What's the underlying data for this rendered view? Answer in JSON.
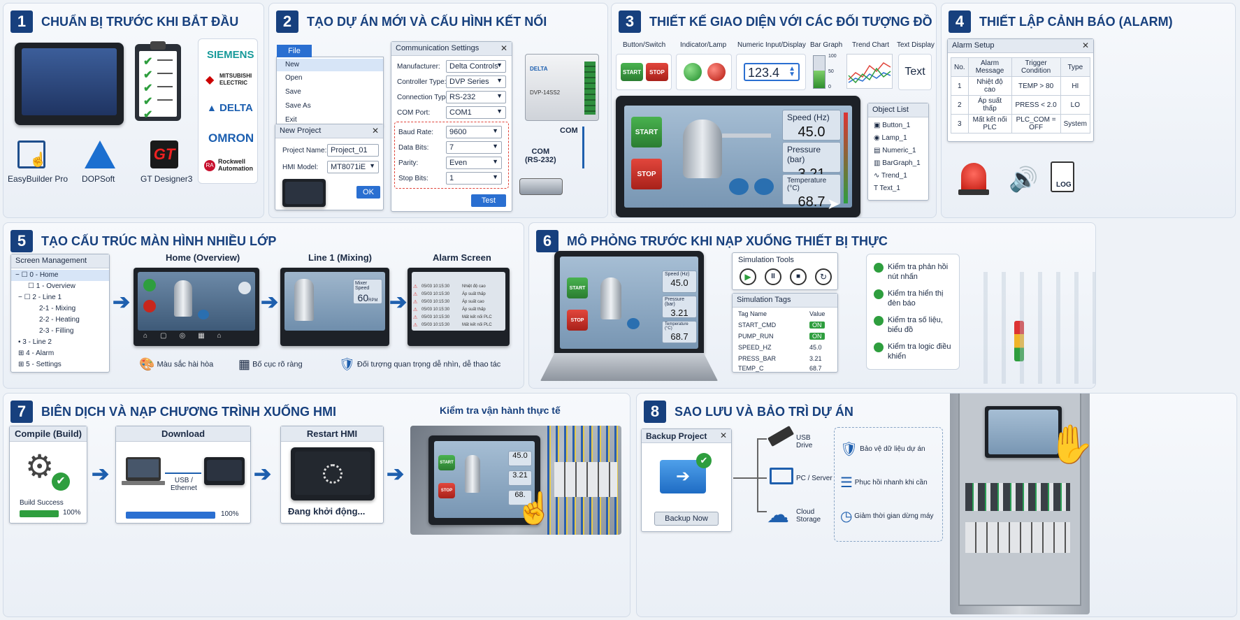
{
  "colors": {
    "accent": "#17407e",
    "blue": "#2a6fd1",
    "green": "#2e9e3e",
    "red": "#d73a31"
  },
  "p1": {
    "num": "1",
    "title": "CHUẨN BỊ TRƯỚC KHI BẮT ĐẦU",
    "software": [
      "EasyBuilder Pro",
      "DOPSoft",
      "GT Designer3"
    ],
    "gt_logo": "GT",
    "brands": [
      "SIEMENS",
      "MITSUBISHI ELECTRIC",
      "DELTA",
      "OMRON",
      "Rockwell Automation"
    ],
    "brand_colors": [
      "#179a9a",
      "#c00",
      "#1c5fb0",
      "#1c5fb0",
      "#c8102e"
    ]
  },
  "p2": {
    "num": "2",
    "title": "TẠO DỰ ÁN MỚI VÀ CẤU HÌNH KẾT NỐI",
    "file_menu": {
      "label": "File",
      "items": [
        "New",
        "Open",
        "Save",
        "Save As",
        "Exit"
      ]
    },
    "new_project": {
      "title": "New Project",
      "name_label": "Project Name:",
      "name_value": "Project_01",
      "model_label": "HMI Model:",
      "model_value": "MT8071iE",
      "ok": "OK"
    },
    "comm": {
      "title": "Communication Settings",
      "fields": [
        {
          "label": "Manufacturer:",
          "value": "Delta Controls"
        },
        {
          "label": "Controller Type:",
          "value": "DVP Series"
        },
        {
          "label": "Connection Type:",
          "value": "RS-232"
        },
        {
          "label": "COM Port:",
          "value": "COM1"
        }
      ],
      "serial": [
        {
          "label": "Baud Rate:",
          "value": "9600"
        },
        {
          "label": "Data Bits:",
          "value": "7"
        },
        {
          "label": "Parity:",
          "value": "Even"
        },
        {
          "label": "Stop Bits:",
          "value": "1"
        }
      ],
      "test": "Test"
    },
    "plc_brand": "DELTA",
    "plc_model": "DVP-14SS2",
    "com_label": "COM",
    "com_rs": "COM\n(RS-232)"
  },
  "p3": {
    "num": "3",
    "title": "THIẾT KẾ GIAO DIỆN VỚI CÁC ĐỐI TƯỢNG ĐỒ HỌA CƠ BẢN",
    "objects": [
      "Button/Switch",
      "Indicator/Lamp",
      "Numeric Input/Display",
      "Bar Graph",
      "Trend Chart",
      "Text Display"
    ],
    "start": "START",
    "stop": "STOP",
    "numeric": "123.4",
    "bar_ticks": [
      "100",
      "50",
      "0"
    ],
    "bar_level": 0.55,
    "text": "Text",
    "screen": {
      "start": "START",
      "stop": "STOP",
      "speed_label": "Speed (Hz)",
      "speed": "45.0",
      "pressure_label": "Pressure (bar)",
      "pressure": "3.21",
      "temp_label": "Temperature (°C)",
      "temp": "68.7"
    },
    "object_list": {
      "title": "Object List",
      "items": [
        "Button_1",
        "Lamp_1",
        "Numeric_1",
        "BarGraph_1",
        "Trend_1",
        "Text_1"
      ]
    }
  },
  "p4": {
    "num": "4",
    "title": "THIẾT LẬP CẢNH BÁO (ALARM)",
    "window": "Alarm Setup",
    "headers": [
      "No.",
      "Alarm Message",
      "Trigger Condition",
      "Type"
    ],
    "rows": [
      [
        "1",
        "Nhiệt độ cao",
        "TEMP > 80",
        "HI"
      ],
      [
        "2",
        "Áp suất thấp",
        "PRESS < 2.0",
        "LO"
      ],
      [
        "3",
        "Mất kết nối PLC",
        "PLC_COM = OFF",
        "System"
      ]
    ],
    "log": "LOG"
  },
  "p5": {
    "num": "5",
    "title": "TẠO CẤU TRÚC MÀN HÌNH NHIỀU LỚP",
    "tree_title": "Screen Management",
    "tree": [
      "0 - Home",
      "1 - Overview",
      "2 - Line 1",
      "2-1 - Mixing",
      "2-2 - Heating",
      "2-3 - Filling",
      "3 - Line 2",
      "4 - Alarm",
      "5 - Settings"
    ],
    "screens": [
      "Home (Overview)",
      "Line 1 (Mixing)",
      "Alarm Screen"
    ],
    "mixer_speed": "Mixer Speed",
    "mixer_value": "60",
    "mixer_unit": "RPM",
    "alarms": [
      "Nhiệt độ cao",
      "Áp suất thấp",
      "Áp suất cao",
      "Áp suất thấp",
      "Mất kết nối PLC",
      "Mất kết nối PLC"
    ],
    "alarm_times": [
      "05/03 10:15:30",
      "05/03 10:15:30",
      "05/03 10:15:30",
      "05/03 10:15:30",
      "05/03 10:15:30",
      "05/03 10:15:30"
    ],
    "features": [
      "Màu sắc hài hòa",
      "Bố cục rõ ràng",
      "Đối tượng quan trọng dễ nhìn, dễ thao tác"
    ]
  },
  "p6": {
    "num": "6",
    "title": "MÔ PHỎNG TRƯỚC KHI NẠP XUỐNG THIẾT BỊ THỰC",
    "laptop": {
      "start": "START",
      "stop": "STOP",
      "speed_label": "Speed (Hz)",
      "speed": "45.0",
      "pressure_label": "Pressure (bar)",
      "pressure": "3.21",
      "temp_label": "Temperature (°C)",
      "temp": "68.7"
    },
    "sim_tools": "Simulation Tools",
    "sim_tags": "Simulation Tags",
    "tag_h": "Tag Name",
    "val_h": "Value",
    "tags": [
      [
        "START_CMD",
        "ON"
      ],
      [
        "PUMP_RUN",
        "ON"
      ],
      [
        "SPEED_HZ",
        "45.0"
      ],
      [
        "PRESS_BAR",
        "3.21"
      ],
      [
        "TEMP_C",
        "68.7"
      ]
    ],
    "checks": [
      "Kiểm tra phản hồi nút nhấn",
      "Kiểm tra hiển thị đèn báo",
      "Kiểm tra số liệu, biểu đồ",
      "Kiểm tra logic điều khiển"
    ]
  },
  "p7": {
    "num": "7",
    "title": "BIÊN DỊCH VÀ NẠP CHƯƠNG TRÌNH XUỐNG HMI",
    "compile": "Compile (Build)",
    "build_success": "Build Success",
    "build_pct": "100%",
    "build_progress": 1.0,
    "download": "Download",
    "usb": "USB /\nEthernet",
    "dl_pct": "100%",
    "dl_progress": 1.0,
    "restart": "Restart HMI",
    "starting": "Đang khởi động...",
    "test_title": "Kiểm tra vận hành thực tế",
    "hmi": {
      "start": "START",
      "stop": "STOP",
      "v1": "45.0",
      "v2": "3.21",
      "v3": "68."
    }
  },
  "p8": {
    "num": "8",
    "title": "SAO LƯU VÀ BẢO TRÌ DỰ ÁN",
    "backup": "Backup Project",
    "backup_now": "Backup Now",
    "targets": [
      "USB Drive",
      "PC / Server",
      "Cloud Storage"
    ],
    "benefits": [
      "Bảo vệ dữ liệu dự án",
      "Phục hồi nhanh khi cần",
      "Giảm thời gian dừng máy"
    ]
  }
}
